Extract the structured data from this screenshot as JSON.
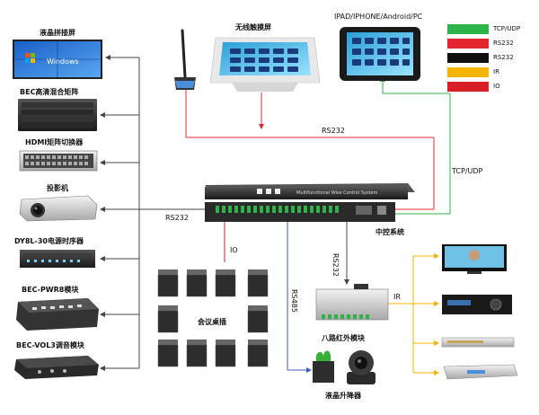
{
  "colors": {
    "tcp_udp": "#2db34a",
    "rs232_a": "#e3262e",
    "rs232_b": "#111111",
    "ir": "#f5b400",
    "io": "#d81f26",
    "rs485": "#4257c6",
    "bus": "#444444"
  },
  "legend": [
    {
      "label": "TCP/UDP",
      "color": "#2db34a"
    },
    {
      "label": "RS232",
      "color": "#e3262e"
    },
    {
      "label": "RS232",
      "color": "#111111"
    },
    {
      "label": "IR",
      "color": "#f5b400"
    },
    {
      "label": "IO",
      "color": "#d81f26"
    }
  ],
  "devices": {
    "lcd_splicing": "液晶拼接屏",
    "windows_text": "Windows",
    "bec_matrix": "BEC高清混合矩阵",
    "hdmi_matrix": "HDMI矩阵切换器",
    "projector": "投影机",
    "power_sequencer": "DY8L-30电源时序器",
    "pwr8": "BEC-PWR8模块",
    "vol3": "BEC-VOL3调音模块",
    "wireless_touch": "无线触摸屏",
    "tablet": "IPAD/IPHONE/Android/PC",
    "central_control": "中控系统",
    "central_panel_text": "Multifunctional Wise Control System",
    "conference_desk": "会议桌插",
    "ir_module": "八路红外模块",
    "lcd_lift": "液晶升降器"
  },
  "links": {
    "rs232_top": "RS232",
    "tcp_udp": "TCP/UDP",
    "rs232_left": "RS232",
    "io": "IO",
    "rs232_vertical": "RS232",
    "rs485": "RS485",
    "ir": "IR"
  }
}
